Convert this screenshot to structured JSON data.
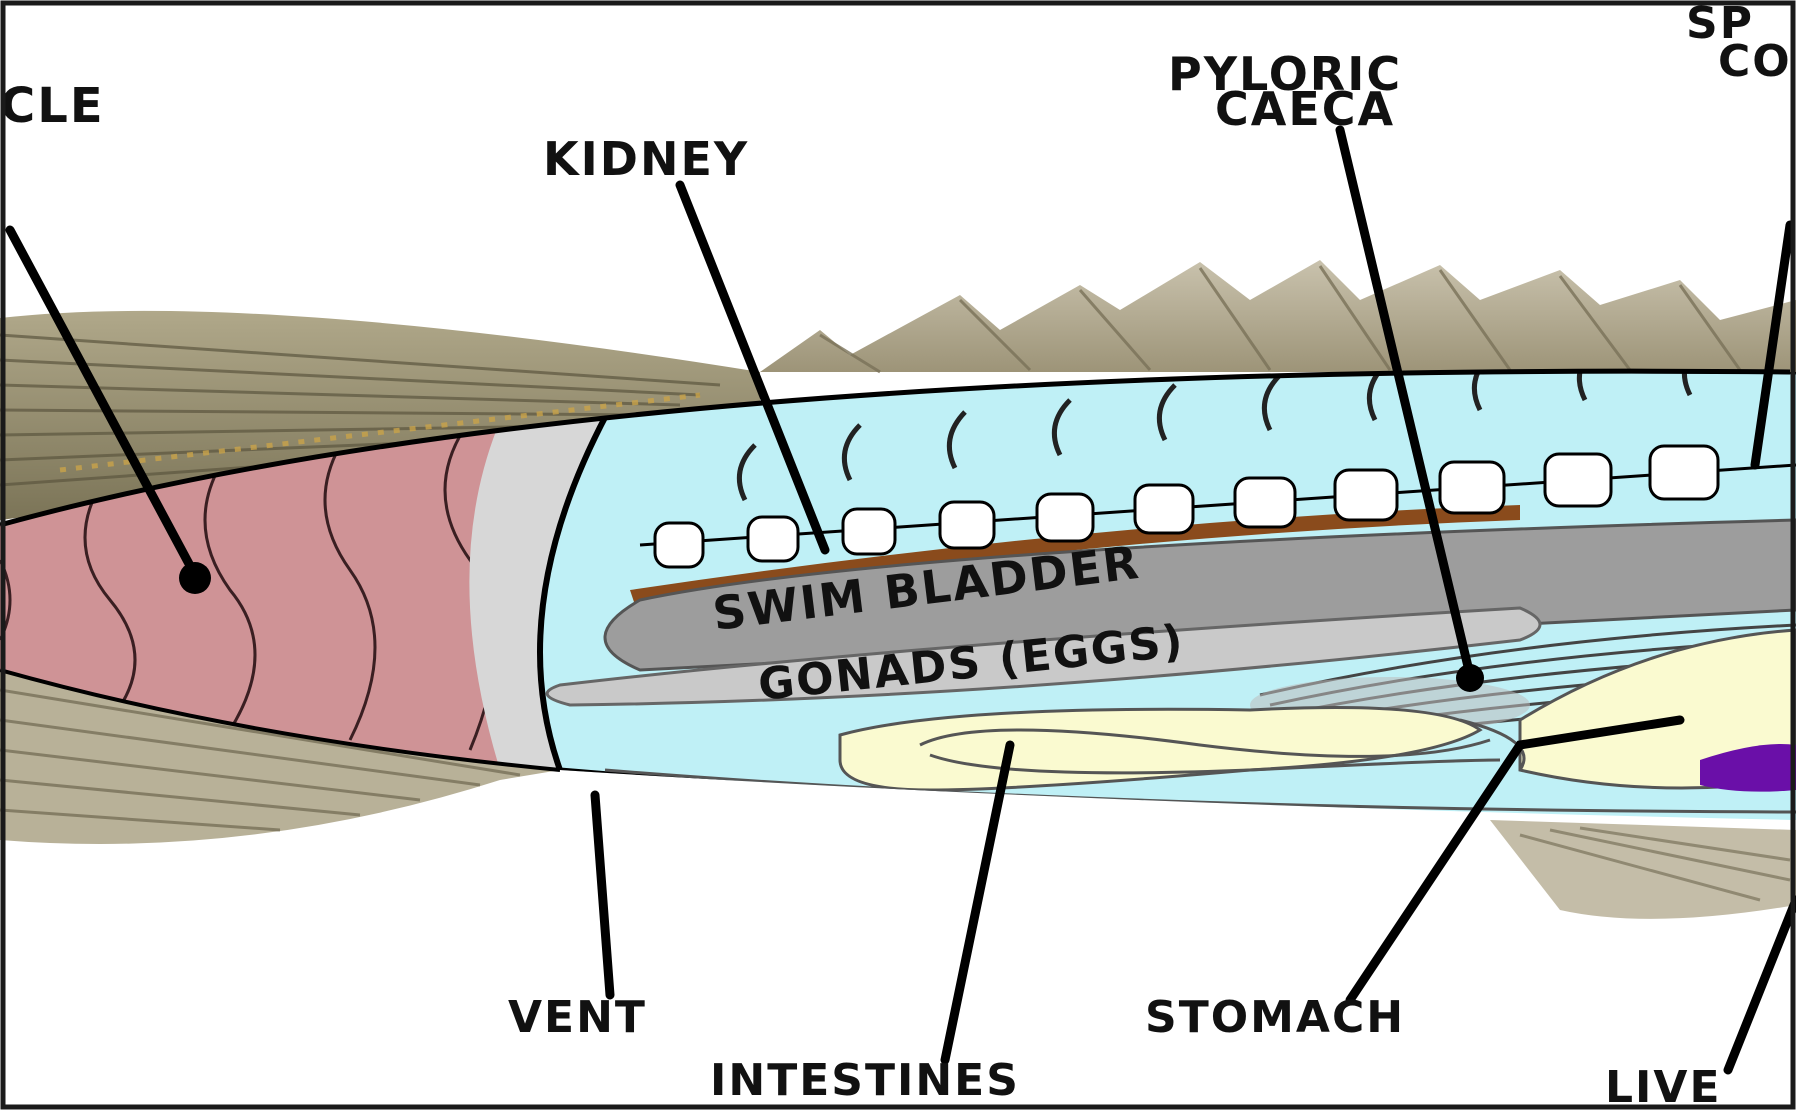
{
  "diagram": {
    "labels": {
      "muscle_partial": "CLE",
      "kidney": "KIDNEY",
      "pyloric_line1": "PYLORIC",
      "pyloric_line2": "CAECA",
      "spinal_line1": "SP",
      "spinal_line2": "CO",
      "vent": "VENT",
      "intestines": "INTESTINES",
      "stomach": "STOMACH",
      "liver_partial": "LIVE",
      "swim_bladder": "SWIM BLADDER",
      "gonads": "GONADS (EGGS)"
    },
    "colors": {
      "muscle": "#cf9396",
      "body_cavity": "#bff0f6",
      "swim_bladder": "#9d9d9d",
      "gonads": "#c9c9c9",
      "kidney": "#8a4b1c",
      "intestine": "#fafad0",
      "fin": "#a09a7c",
      "liver": "#6a0fa8",
      "outline": "#000000"
    }
  }
}
